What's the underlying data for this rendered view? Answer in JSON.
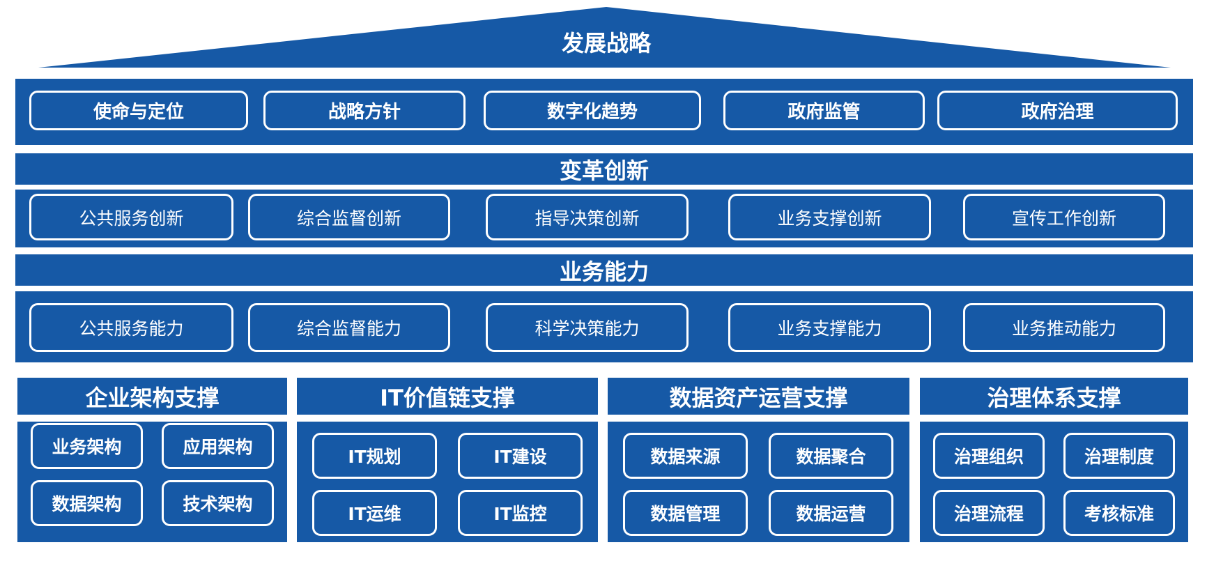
{
  "color": "#1659a6",
  "roof": {
    "title": "发展战略"
  },
  "strategy": [
    "使命与定位",
    "战略方针",
    "数字化趋势",
    "政府监管",
    "政府治理"
  ],
  "innovation": {
    "title": "变革创新",
    "items": [
      "公共服务创新",
      "综合监督创新",
      "指导决策创新",
      "业务支撑创新",
      "宣传工作创新"
    ]
  },
  "capability": {
    "title": "业务能力",
    "items": [
      "公共服务能力",
      "综合监督能力",
      "科学决策能力",
      "业务支撑能力",
      "业务推动能力"
    ]
  },
  "supports": [
    {
      "title": "企业架构支撑",
      "items": [
        "业务架构",
        "应用架构",
        "数据架构",
        "技术架构"
      ]
    },
    {
      "title": "IT价值链支撑",
      "items": [
        "IT规划",
        "IT建设",
        "IT运维",
        "IT监控"
      ]
    },
    {
      "title": "数据资产运营支撑",
      "items": [
        "数据来源",
        "数据聚合",
        "数据管理",
        "数据运营"
      ]
    },
    {
      "title": "治理体系支撑",
      "items": [
        "治理组织",
        "治理制度",
        "治理流程",
        "考核标准"
      ]
    }
  ]
}
